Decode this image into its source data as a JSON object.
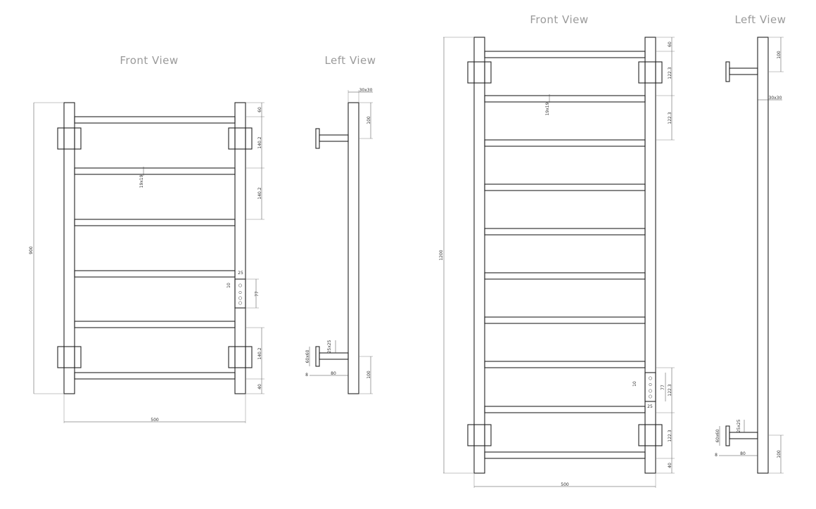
{
  "views": {
    "small_front": {
      "title": "Front View"
    },
    "small_left": {
      "title": "Left View"
    },
    "large_front": {
      "title": "Front View"
    },
    "large_left": {
      "title": "Left View"
    }
  },
  "small_front_dims": {
    "height_total": "900",
    "width_total": "500",
    "top_offset": "60",
    "rail_gap_1": "140.2",
    "rail_gap_2": "140.2",
    "rail_gap_bottom": "140.2",
    "bottom_offset": "40",
    "rail_section": "19x19",
    "box_width": "25",
    "box_offset": "10",
    "box_height": "77"
  },
  "small_left_dims": {
    "tube_section": "30x30",
    "bracket_top": "100",
    "bracket_section": "25x25",
    "plate_size": "60x60",
    "plate_thickness": "8",
    "bracket_depth": "80",
    "bracket_bottom": "100"
  },
  "large_front_dims": {
    "height_total": "1200",
    "width_total": "500",
    "top_offset": "60",
    "rail_gap_1": "122.3",
    "rail_gap_2": "122.3",
    "rail_gap_box": "122.3",
    "rail_gap_bottom": "122.3",
    "bottom_offset": "40",
    "rail_section": "19x19",
    "box_offset": "10",
    "box_height": "77",
    "box_width": "25"
  },
  "large_left_dims": {
    "tube_section": "30x30",
    "bracket_top": "100",
    "bracket_section": "25x25",
    "plate_size": "60x60",
    "plate_thickness": "8",
    "bracket_depth": "80",
    "bracket_bottom": "100"
  },
  "colors": {
    "line": "#222222",
    "title": "#9a9a9a"
  }
}
